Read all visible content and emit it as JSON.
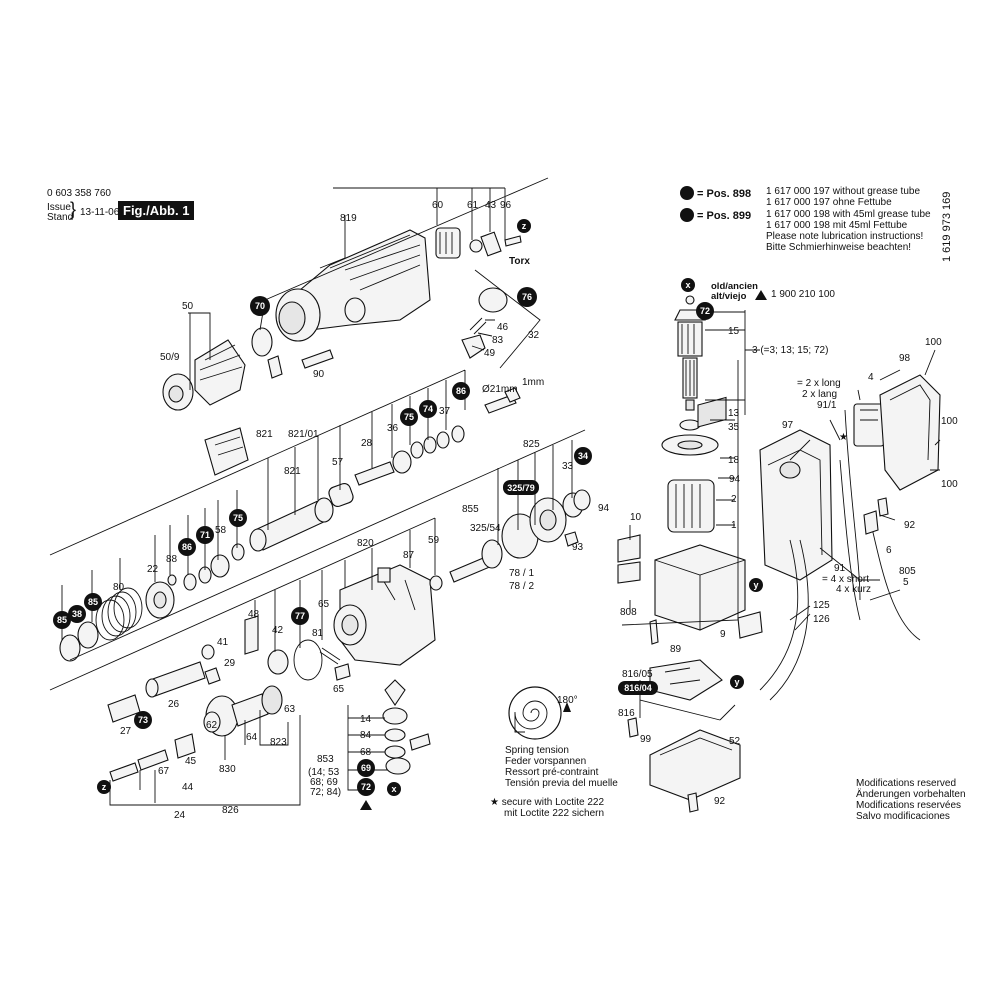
{
  "header": {
    "part_number": "0 603 358 760",
    "issue_label": "Issue",
    "stand_label": "Stand",
    "issue_date": "13-11-06",
    "fig_label": "Fig./Abb. 1",
    "doc_number": "1 619 973 169"
  },
  "notes": {
    "pos898_label": "= Pos. 898",
    "pos898_line1": "1 617 000 197 without grease tube",
    "pos898_line2": "1 617 000 197 ohne Fettube",
    "pos899_label": "= Pos. 899",
    "pos899_line1": "1 617 000 198 with 45ml grease tube",
    "pos899_line2": "1 617 000 198 mit 45ml Fettube",
    "lubrication_en": "Please note lubrication instructions!",
    "lubrication_de": "Bitte Schmierhinweise beachten!"
  },
  "old_new": {
    "label1": "old/ancien",
    "label2": "alt/viejo",
    "ref": "1 900 210 100"
  },
  "armature_set": "3 (=3; 13; 15; 72)",
  "screw_long": [
    "= 2 x long",
    "2 x lang"
  ],
  "screw_short": [
    "= 4 x short",
    "4 x kurz"
  ],
  "spring_tension": {
    "angle": "180°",
    "lines": [
      "Spring tension",
      "Feder vorspannen",
      "Ressort pré-contraint",
      "Tensión previa del muelle"
    ]
  },
  "loctite": {
    "line1": "secure with Loctite 222",
    "line2": "mit Loctite 222 sichern"
  },
  "modifications": [
    "Modifications reserved",
    "Änderungen vorbehalten",
    "Modifications reservées",
    "Salvo modificaciones"
  ],
  "set_853_note": [
    "(14; 53",
    "68; 69",
    "72; 84)"
  ],
  "torx_label": "Torx",
  "dim_21mm": "Ø21mm",
  "dim_1mm": "1mm",
  "callouts": {
    "c1": "70",
    "c2": "76",
    "c3": "86",
    "c4": "74",
    "c5": "75",
    "c6": "34",
    "c7": "325/79",
    "c8": "75",
    "c9": "71",
    "c10": "86",
    "c11": "85",
    "c12": "85",
    "c13": "38",
    "c14": "77",
    "c15": "73",
    "c16": "69",
    "c17": "72",
    "c18": "72",
    "c19": "816/04"
  },
  "small_symbols": {
    "z1": "z",
    "z2": "z",
    "x1": "x",
    "x2": "x",
    "y1": "y",
    "y2": "y"
  },
  "labels": {
    "l819": "819",
    "l60": "60",
    "l61": "61",
    "l43": "43",
    "l96": "96",
    "l50": "50",
    "l509": "50/9",
    "l90": "90",
    "l46": "46",
    "l83": "83",
    "l49": "49",
    "l32": "32",
    "l37": "37",
    "l821": "821",
    "l82101": "821/01",
    "l28": "28",
    "l36": "36",
    "l57": "57",
    "l821b": "821",
    "l825": "825",
    "l33": "33",
    "l855": "855",
    "l32554": "325/54",
    "l94": "94",
    "l93": "93",
    "l58": "58",
    "l88": "88",
    "l22": "22",
    "l80": "80",
    "l820": "820",
    "l87": "87",
    "l59": "59",
    "l781": "78 / 1",
    "l782": "78 / 2",
    "l48": "48",
    "l65": "65",
    "l81": "81",
    "l65b": "65",
    "l42": "42",
    "l41": "41",
    "l29": "29",
    "l26": "26",
    "l27": "27",
    "l62": "62",
    "l64": "64",
    "l63": "63",
    "l823": "823",
    "l830": "830",
    "l45": "45",
    "l44": "44",
    "l67": "67",
    "l24": "24",
    "l826": "826",
    "l14": "14",
    "l84": "84",
    "l68": "68",
    "l853": "853",
    "l15": "15",
    "l13": "13",
    "l35": "35",
    "l18": "18",
    "l2": "2",
    "l10": "10",
    "l1": "1",
    "l808": "808",
    "l9": "9",
    "l89": "89",
    "l81605": "816/05",
    "l816": "816",
    "l99": "99",
    "l52": "52",
    "l92": "92",
    "l97": "97",
    "l911": "91/1",
    "l4": "4",
    "l98": "98",
    "l100a": "100",
    "l100b": "100",
    "l100c": "100",
    "l92b": "92",
    "l6": "6",
    "l91": "91",
    "l805": "805",
    "l5": "5",
    "l125": "125",
    "l126": "126",
    "l94b": "94"
  }
}
